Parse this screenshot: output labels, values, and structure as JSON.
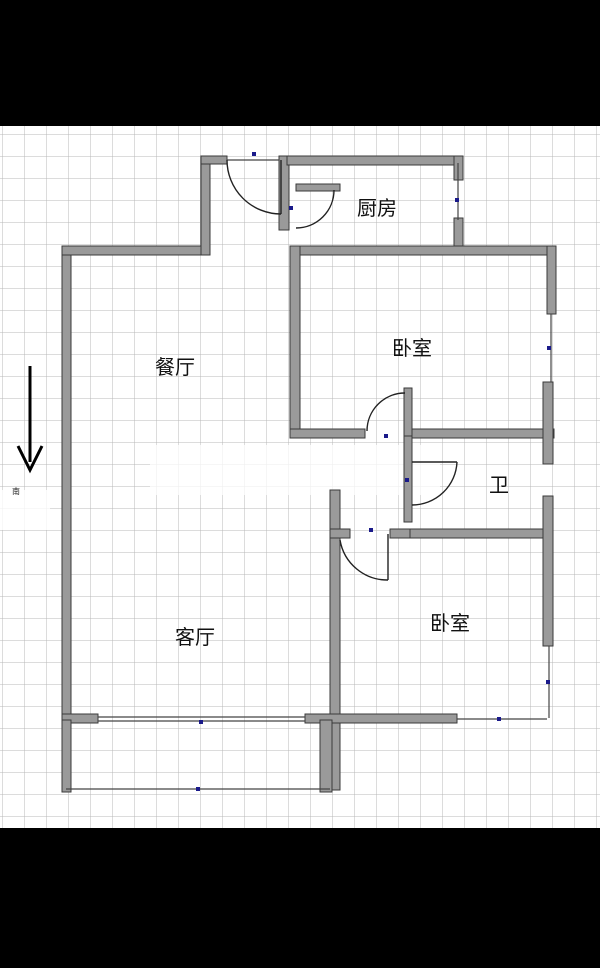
{
  "rooms": {
    "dining": "餐厅",
    "kitchen": "厨房",
    "bedroom_upper": "卧室",
    "bathroom": "卫",
    "living": "客厅",
    "bedroom_lower": "卧室"
  },
  "compass": {
    "label": "南"
  },
  "colors": {
    "frame": "#000000",
    "paper": "#ffffff",
    "grid": "#b8b8b8",
    "wall_fill": "#9a9a9a",
    "wall_edge": "#3a3a3a",
    "marker": "#1a1a8a",
    "text": "#111111"
  }
}
